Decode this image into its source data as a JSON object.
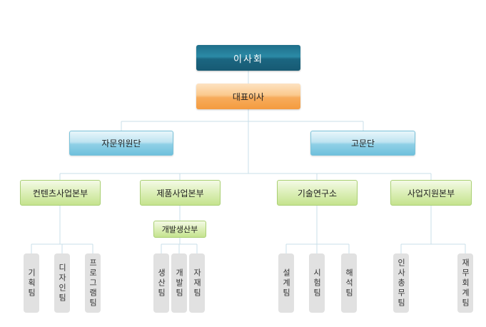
{
  "board": "이사회",
  "ceo": "대표이사",
  "advisory": [
    "자문위원단",
    "고문단"
  ],
  "divisions": [
    "컨텐츠사업본부",
    "제품사업본부",
    "기술연구소",
    "사업지원본부"
  ],
  "sub_unit": "개발생산부",
  "teams": [
    "기획팀",
    "디자인팀",
    "프로그램팀",
    "생산팀",
    "개발팀",
    "자재팀",
    "설계팀",
    "시험팀",
    "해석팀",
    "인사총무팀",
    "재무회계팀"
  ],
  "colors": {
    "board": "#1f6f8a",
    "ceo": "#f7ac5c",
    "advisory": "#8fd0e6",
    "division": "#c5e38e",
    "team": "#e1e1e1",
    "line": "#c9dfe8"
  }
}
